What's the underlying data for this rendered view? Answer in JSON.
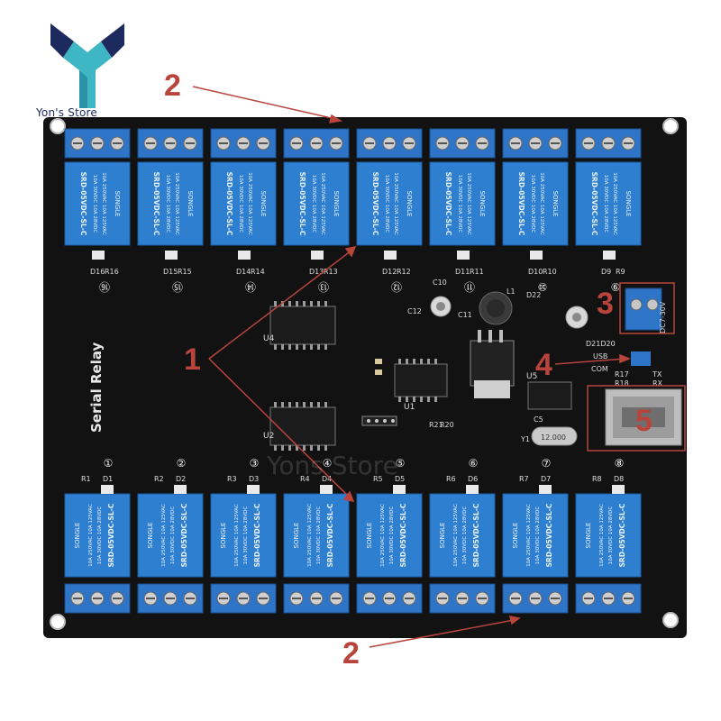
{
  "brand": {
    "name": "Yon's Store",
    "watermark": "Yons Store"
  },
  "board": {
    "silkscreen_title": "Serial Relay",
    "top_relays": [
      {
        "circle": "⑯",
        "led": "D16",
        "res": "R16"
      },
      {
        "circle": "⑮",
        "led": "D15",
        "res": "R15"
      },
      {
        "circle": "⑭",
        "led": "D14",
        "res": "R14"
      },
      {
        "circle": "⑬",
        "led": "D13",
        "res": "R13"
      },
      {
        "circle": "⑫",
        "led": "D12",
        "res": "R12"
      },
      {
        "circle": "⑪",
        "led": "D11",
        "res": "R11"
      },
      {
        "circle": "⑩",
        "led": "D10",
        "res": "R10"
      },
      {
        "circle": "⑨",
        "led": "D9",
        "res": "R9"
      }
    ],
    "bottom_relays": [
      {
        "circle": "①",
        "led": "D1",
        "res": "R1"
      },
      {
        "circle": "②",
        "led": "D2",
        "res": "R2"
      },
      {
        "circle": "③",
        "led": "D3",
        "res": "R3"
      },
      {
        "circle": "④",
        "led": "D4",
        "res": "R4"
      },
      {
        "circle": "⑤",
        "led": "D5",
        "res": "R5"
      },
      {
        "circle": "⑥",
        "led": "D6",
        "res": "R6"
      },
      {
        "circle": "⑦",
        "led": "D7",
        "res": "R7"
      },
      {
        "circle": "⑧",
        "led": "D8",
        "res": "R8"
      }
    ],
    "relay_text": {
      "rating1": "10A 250VAC  10A 125VAC",
      "rating2": "10A 30VDC   10A 28VDC",
      "model": "SRD-05VDC-SL-C",
      "brand": "SONGLE"
    },
    "labels": {
      "power": "DC7-30V",
      "usb": "USB",
      "com": "COM",
      "tx": "TX",
      "rx": "RX",
      "crystal": "12.000",
      "u1": "U1",
      "u2": "U2",
      "u4": "U4",
      "u5": "U5",
      "l1": "L1",
      "d22": "D22",
      "d20": "D21D20",
      "c10": "C10",
      "c11": "C11",
      "c12": "C12",
      "r17": "R17",
      "r18": "R18",
      "r20": "R20",
      "r21": "R21",
      "y1": "Y1",
      "c5": "C5"
    }
  },
  "callouts": [
    {
      "id": "relays-top",
      "text": "2"
    },
    {
      "id": "ic",
      "text": "1"
    },
    {
      "id": "power",
      "text": "3"
    },
    {
      "id": "switch",
      "text": "4"
    },
    {
      "id": "usb",
      "text": "5"
    },
    {
      "id": "relays-bottom",
      "text": "2"
    }
  ],
  "colors": {
    "pcb": "#121212",
    "relay": "#2f7fd1",
    "terminal": "#2e74c7",
    "callout": "#b8443c",
    "brand_navy": "#1d2a5e",
    "brand_teal": "#3fb6c4"
  }
}
